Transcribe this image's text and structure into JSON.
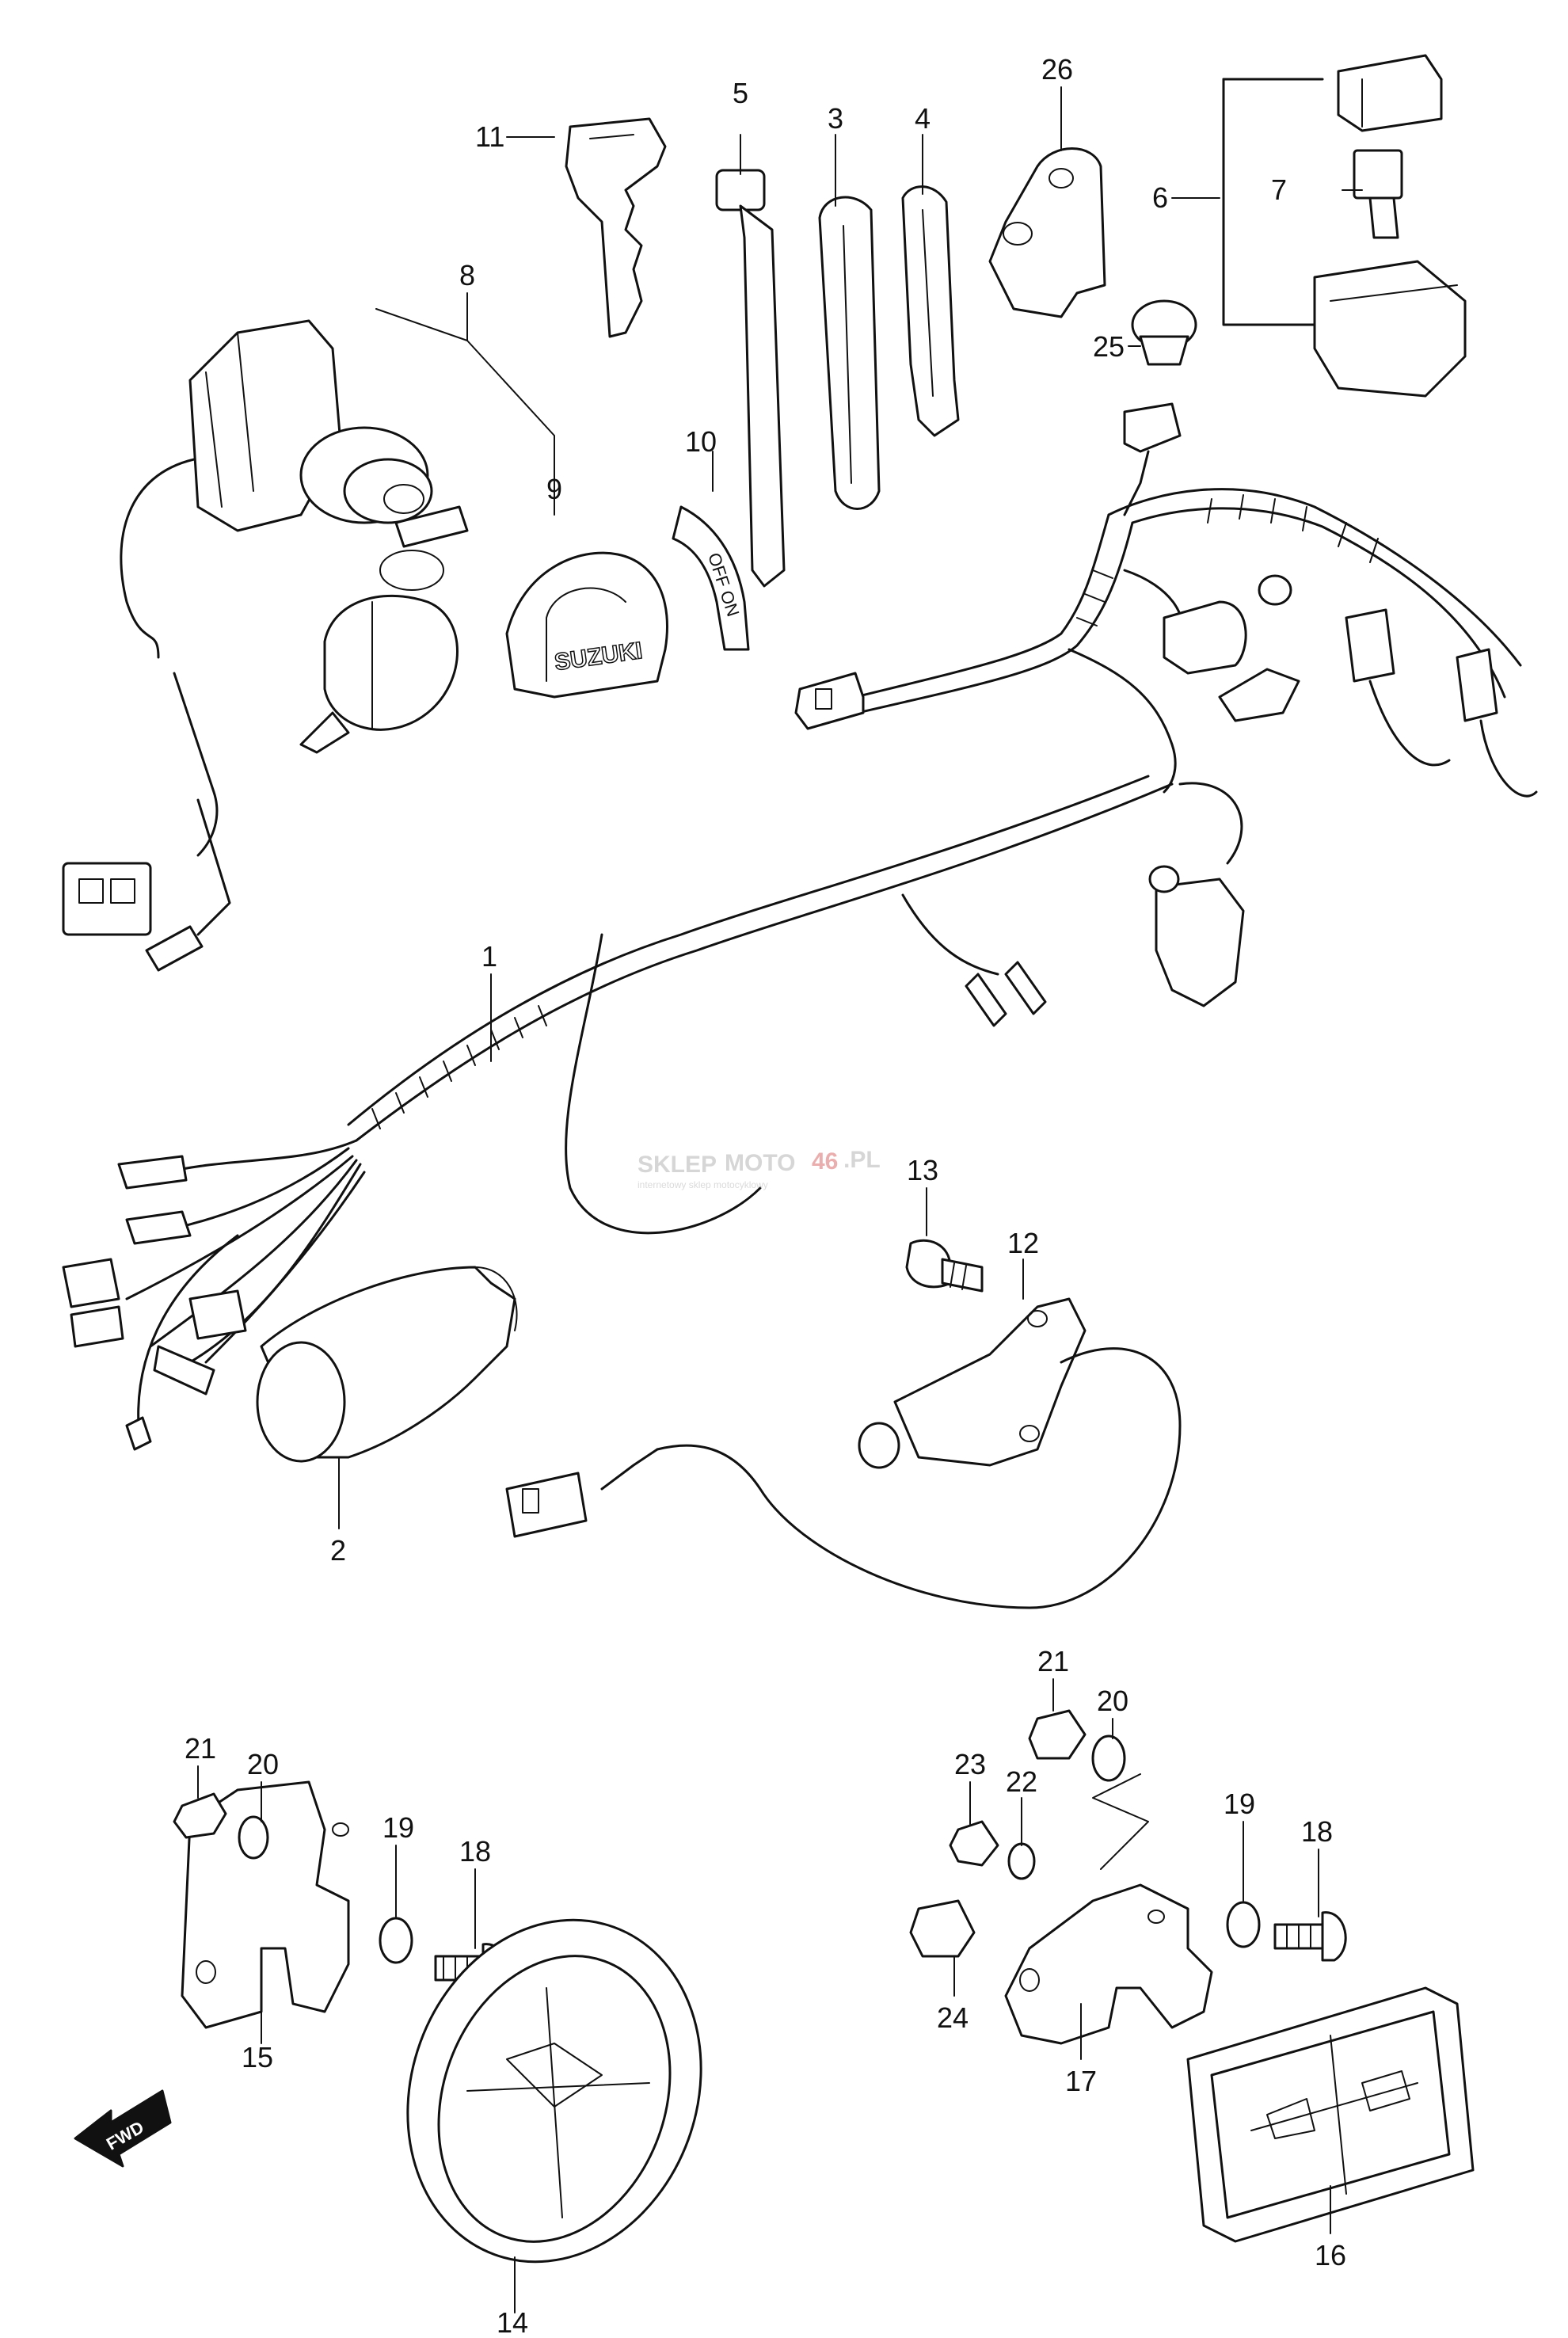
{
  "diagram": {
    "callouts": {
      "c1": "1",
      "c2": "2",
      "c3": "3",
      "c4": "4",
      "c5": "5",
      "c6": "6",
      "c7": "7",
      "c8": "8",
      "c9": "9",
      "c10": "10",
      "c11": "11",
      "c12": "12",
      "c13": "13",
      "c14": "14",
      "c15": "15",
      "c16": "16",
      "c17": "17",
      "c18a": "18",
      "c18b": "18",
      "c19a": "19",
      "c19b": "19",
      "c20a": "20",
      "c20b": "20",
      "c21a": "21",
      "c21b": "21",
      "c22": "22",
      "c23": "23",
      "c24": "24",
      "c25": "25",
      "c26": "26"
    },
    "watermark": {
      "brand_left": "SKLEP",
      "brand_mid": "MOTO",
      "brand_num": "46",
      "brand_tld": ".PL",
      "tagline": "internetowy sklep motocyklowy"
    },
    "cover_text": "SUZUKI",
    "key_label": "OFF ON",
    "fwd_label": "FWD",
    "colors": {
      "line": "#111111",
      "watermark": "#cfcfcf",
      "watermark_accent": "#e07070"
    }
  }
}
